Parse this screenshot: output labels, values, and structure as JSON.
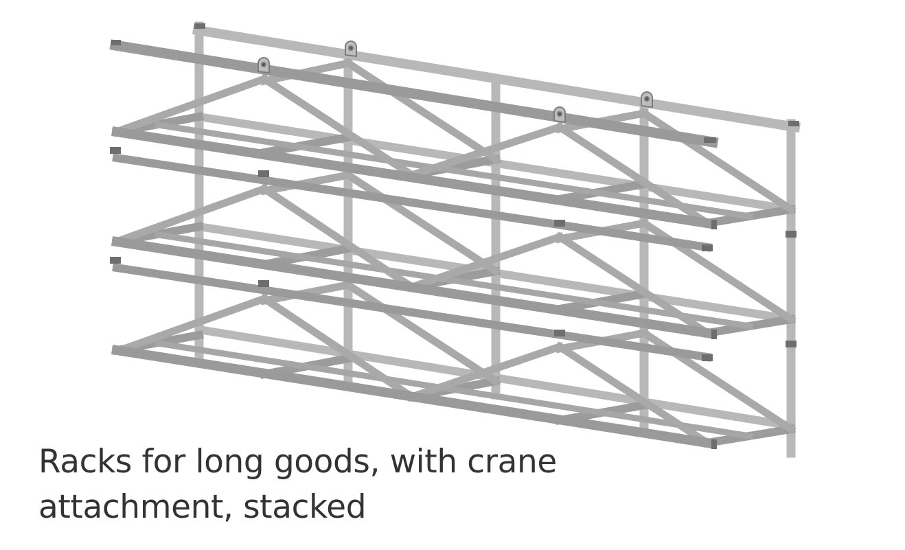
{
  "image": {
    "subject": "stacked-long-goods-racks",
    "colors": {
      "background": "#ffffff",
      "steel_light": "#c9c9c9",
      "steel_mid": "#a8a8a8",
      "steel_dark": "#7d7d7d",
      "caption_text": "#333333"
    }
  },
  "caption": {
    "line1": "Racks for long goods, with crane",
    "line2": "attachment, stacked"
  }
}
